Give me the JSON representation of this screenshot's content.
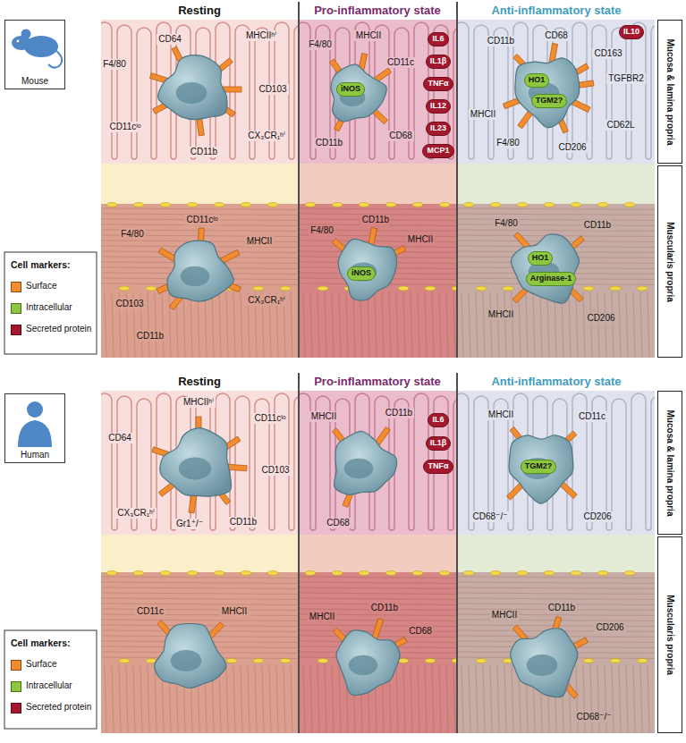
{
  "diagram": {
    "nodes": [
      {
        "text": [
          "Mouse"
        ]
      },
      {
        "text": [
          "Mucosa & lamina propria"
        ]
      },
      {
        "text": [
          "iNOS"
        ]
      },
      {
        "text": [
          "IL6"
        ]
      },
      {
        "text": [
          "IL1β"
        ]
      },
      {
        "text": [
          "TNFα"
        ]
      },
      {
        "text": [
          "IL12"
        ]
      },
      {
        "text": [
          "IL23"
        ]
      },
      {
        "text": [
          "MCP1"
        ]
      },
      {
        "text": [
          "HO1"
        ]
      },
      {
        "text": [
          "TGM2?"
        ]
      },
      {
        "text": [
          "IL10"
        ]
      },
      {
        "text": [
          "Muscularis propria"
        ]
      },
      {
        "text": [
          "iNOS"
        ]
      },
      {
        "text": [
          "HO1"
        ]
      },
      {
        "text": [
          "Arginase-1"
        ]
      },
      {
        "text": [
          "Human"
        ]
      },
      {
        "text": [
          "Mucosa & lamina propria"
        ]
      },
      {
        "text": [
          "IL6"
        ]
      },
      {
        "text": [
          "IL1β"
        ]
      },
      {
        "text": [
          "TNFα"
        ]
      },
      {
        "text": [
          "TGM2?"
        ]
      },
      {
        "text": [
          "Muscularis propria"
        ]
      }
    ],
    "labels": [
      "Resting",
      "Pro-inflammatory state",
      "Anti-inflammatory state",
      "F4/80",
      "CD64",
      "MHCIIʰⁱ",
      "CD103",
      "CX₃CR₁ʰⁱ",
      "CD11b",
      "CD11cˡᵒ",
      "F4/80",
      "MHCII",
      "CD11c",
      "CD11b",
      "CD68",
      "CD11b",
      "CD68",
      "CD163",
      "TGFBR2",
      "MHCII",
      "F4/80",
      "CD206",
      "CD62L",
      "Cell markers:",
      "F4/80",
      "CD11cˡᵒ",
      "MHCII",
      "CX₃CR₁ʰⁱ",
      "CD103",
      "CD11b",
      "F4/80",
      "CD11b",
      "MHCII",
      "F4/80",
      "CD11b",
      "MHCII",
      "CD206",
      "Resting",
      "Pro-inflammatory state",
      "Anti-inflammatory state",
      "CD64",
      "MHCIIʰⁱ",
      "CD11cˡᵒ",
      "CD103",
      "CX₃CR₁ʰⁱ",
      "Gr1⁺/⁻",
      "CD11b",
      "MHCII",
      "CD11b",
      "CD68",
      "MHCII",
      "CD11c",
      "CD68⁻/⁻",
      "CD206",
      "Cell markers:",
      "CD11c",
      "MHCII",
      "MHCII",
      "CD11b",
      "CD68",
      "MHCII",
      "CD11b",
      "CD206",
      "CD68⁻/⁻"
    ],
    "legend": [
      {
        "text": "Surface",
        "color": "#f28c2e"
      },
      {
        "text": "Intracellular",
        "color": "#8dc63f"
      },
      {
        "text": "Secreted protein",
        "color": "#a3182d"
      },
      {
        "text": "Surface",
        "color": "#f28c2e"
      },
      {
        "text": "Intracellular",
        "color": "#8dc63f"
      },
      {
        "text": "Secreted protein",
        "color": "#a3182d"
      }
    ]
  }
}
